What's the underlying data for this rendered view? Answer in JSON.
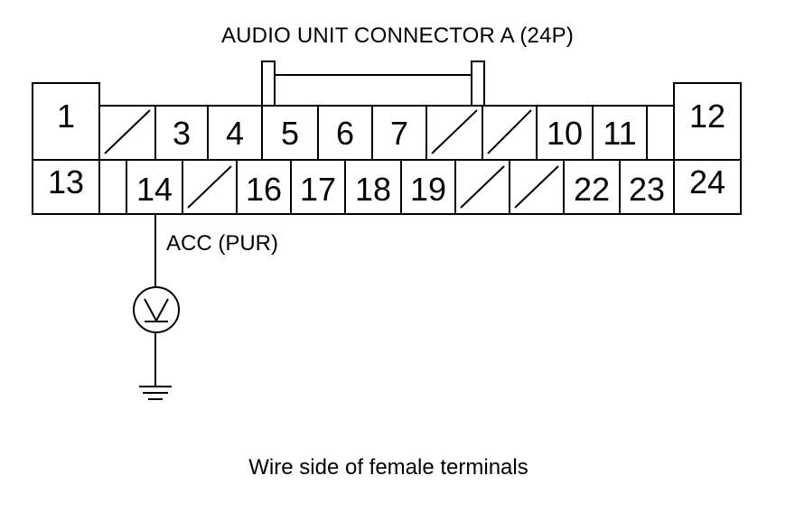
{
  "title": "AUDIO UNIT CONNECTOR A (24P)",
  "caption": "Wire side of female terminals",
  "wire": {
    "terminal": "14",
    "label": "ACC (PUR)"
  },
  "meter_icon": "voltmeter-icon",
  "ground_icon": "ground-icon",
  "terminals": {
    "t1": "1",
    "t3": "3",
    "t4": "4",
    "t5": "5",
    "t6": "6",
    "t7": "7",
    "t10": "10",
    "t11": "11",
    "t12": "12",
    "t13": "13",
    "t14": "14",
    "t16": "16",
    "t17": "17",
    "t18": "18",
    "t19": "19",
    "t22": "22",
    "t23": "23",
    "t24": "24"
  },
  "colors": {
    "line": "#000000",
    "background": "#ffffff"
  }
}
